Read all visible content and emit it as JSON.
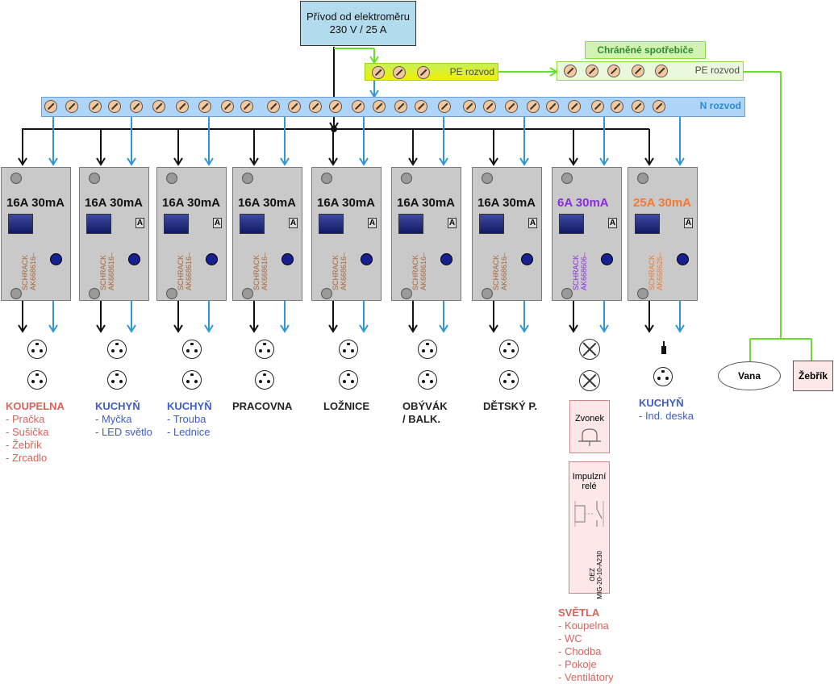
{
  "supply": {
    "line1": "Přívod od elektroměru",
    "line2": "230 V / 25 A"
  },
  "protected_label": "Chráněné spotřebiče",
  "pe_bar_1_label": "PE rozvod",
  "pe_bar_2_label": "PE rozvod",
  "n_bar_label": "N rozvod",
  "colors": {
    "n_wire": "#2e97d6",
    "pe_wire": "#6adf2a",
    "phase_wire": "#111111",
    "accent_red": "#d9625a",
    "accent_blue": "#3f5ccf",
    "purple": "#8a2be2",
    "orange": "#f07a32"
  },
  "breakers": [
    {
      "rating": "16A 30mA",
      "brand": "SCHRACK",
      "model": "AK668616–",
      "a_mark": "",
      "color": "#111111"
    },
    {
      "rating": "16A 30mA",
      "brand": "SCHRACK",
      "model": "AK668616–",
      "a_mark": "A",
      "color": "#111111"
    },
    {
      "rating": "16A 30mA",
      "brand": "SCHRACK",
      "model": "AK668616–",
      "a_mark": "A",
      "color": "#111111"
    },
    {
      "rating": "16A 30mA",
      "brand": "SCHRACK",
      "model": "AK668616–",
      "a_mark": "A",
      "color": "#111111"
    },
    {
      "rating": "16A 30mA",
      "brand": "SCHRACK",
      "model": "AK668616–",
      "a_mark": "A",
      "color": "#111111"
    },
    {
      "rating": "16A 30mA",
      "brand": "SCHRACK",
      "model": "AK668616–",
      "a_mark": "A",
      "color": "#111111"
    },
    {
      "rating": "16A 30mA",
      "brand": "SCHRACK",
      "model": "AK668616–",
      "a_mark": "A",
      "color": "#111111"
    },
    {
      "rating": "6A  30mA",
      "brand": "SCHRACK",
      "model": "AK668606–",
      "a_mark": "A",
      "color": "#8a2be2"
    },
    {
      "rating": "25A 30mA",
      "brand": "SCHRACK",
      "model": "AK668625–",
      "a_mark": "A",
      "color": "#f07a32"
    }
  ],
  "circuits": [
    {
      "title": "KOUPELNA",
      "items": [
        "- Pračka",
        "- Sušička",
        "- Žebřík",
        "- Zrcadlo"
      ]
    },
    {
      "title": "KUCHYŇ",
      "items": [
        "- Myčka",
        "- LED světlo"
      ]
    },
    {
      "title": "KUCHYŇ",
      "items": [
        "- Trouba",
        "- Lednice"
      ]
    },
    {
      "title": "PRACOVNA",
      "items": []
    },
    {
      "title": "LOŽNICE",
      "items": []
    },
    {
      "title": "OBÝVÁK",
      "title2": "/ BALK.",
      "items": []
    },
    {
      "title": "DĚTSKÝ P.",
      "items": []
    },
    {
      "title": "SVĚTLA",
      "items": [
        "- Koupelna",
        "- WC",
        "- Chodba",
        "- Pokoje",
        "- Ventilátory"
      ]
    },
    {
      "title": "KUCHYŇ",
      "items": [
        "- Ind. deska"
      ]
    }
  ],
  "bell": {
    "label": "Zvonek"
  },
  "relay": {
    "label1": "Impulzní",
    "label2": "relé",
    "maker": "OEZ",
    "model": "MIG-20-10-A230"
  },
  "consumers": {
    "bath": "Vana",
    "ladder": "Žebřík"
  }
}
